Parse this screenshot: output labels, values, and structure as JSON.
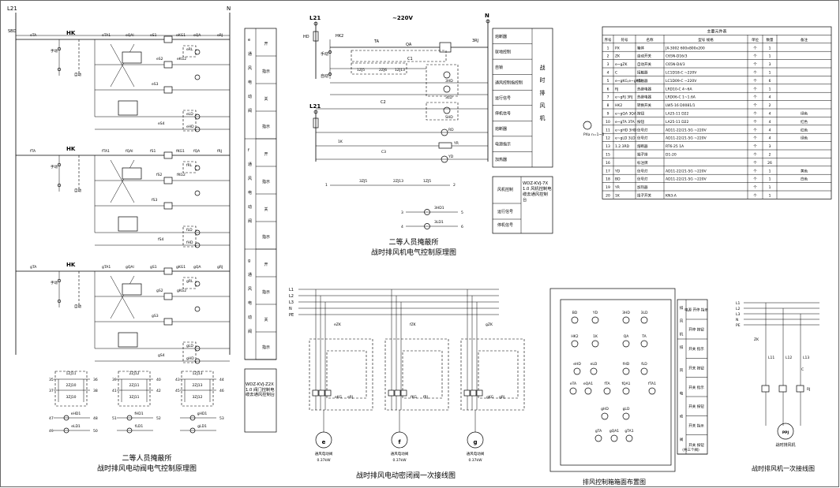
{
  "left_diagram": {
    "top_labels": {
      "l": "L21",
      "n": "N",
      "sbd": "SBD",
      "eta": "eTA",
      "hk": "HK"
    },
    "mode_labels": {
      "manual": "手动",
      "auto": "自动"
    },
    "groups": [
      {
        "hk": "HK",
        "ta": "eTA",
        "qa": "eQAl",
        "sa": "eTA1",
        "s1": "eS1",
        "s2": "eS2",
        "s3": "eS3",
        "s4": "eS4",
        "kg1": "eKG1",
        "kg2": "eKG2",
        "qa2": "eQA",
        "rj": "eRJ",
        "rl": "eRL",
        "ld": "eLD",
        "hd": "eHD",
        "zj": [
          "2ZJ11",
          "2ZJ10"
        ],
        "side": {
          "prefix": "e",
          "chars": [
            "e",
            "通",
            "风",
            "电",
            "动",
            "阀"
          ],
          "entries": [
            "开",
            "指示",
            "关",
            "指示"
          ]
        }
      },
      {
        "hk": "HK",
        "ta": "fTA",
        "qa": "fQAl",
        "sa": "fTA1",
        "s1": "fS1",
        "s2": "fS2",
        "s3": "fS3",
        "s4": "fS4",
        "kg1": "fKG1",
        "kg2": "fKG2",
        "qa2": "fQA",
        "rj": "fRJ",
        "rl": "fRL",
        "ld": "fLD",
        "hd": "fHD",
        "zj": [
          "1ZJ12",
          "2ZJ11"
        ],
        "side": {
          "prefix": "f",
          "chars": [
            "f",
            "通",
            "风",
            "电",
            "动",
            "阀"
          ],
          "entries": [
            "开",
            "指示",
            "关",
            "指示"
          ]
        }
      },
      {
        "hk": "HK",
        "ta": "gTA",
        "qa": "gQAl",
        "sa": "gTA1",
        "s1": "gS1",
        "s2": "gS2",
        "s3": "gS3",
        "s4": "gS4",
        "kg1": "gKG1",
        "kg2": "gKG2",
        "qa2": "gQA",
        "rj": "gRJ",
        "rl": "gRL",
        "ld": "gLD",
        "hd": "gHD",
        "zj": [
          "3ZJ13",
          "3ZJ12"
        ],
        "side": {
          "prefix": "g",
          "chars": [
            "g",
            "通",
            "风",
            "电",
            "动",
            "阀"
          ],
          "entries": [
            "开",
            "指示",
            "关",
            "指示"
          ]
        }
      }
    ],
    "relays_row1": [
      {
        "a": "35",
        "b": "36",
        "name": "1ZJ11",
        "c": "37",
        "d": "38",
        "name2": "2ZJ10",
        "name3": "3ZJ10"
      },
      {
        "a": "39",
        "b": "40",
        "name": "2ZJ12",
        "c": "41",
        "d": "42",
        "name2": "2ZJ11",
        "name3": "3ZJ11"
      },
      {
        "a": "43",
        "b": "44",
        "name": "1ZJ13",
        "c": "45",
        "d": "46",
        "name2": "2ZJ13",
        "name3": "3ZJ12"
      }
    ],
    "relays_row2": [
      {
        "a": "47",
        "b": "48",
        "name": "eHD1",
        "c": "49",
        "d": "50",
        "name2": "eLD1"
      },
      {
        "a": "51",
        "b": "52",
        "name": "fHD1",
        "c": "",
        "d": "",
        "name2": "fLD1"
      },
      {
        "a": "",
        "b": "53",
        "name": "gHD1",
        "c": "",
        "d": "",
        "name2": "gLD1"
      }
    ],
    "note_box": "WDZ-KVJ-Z2X1.0 阀门控制电缆去通风控制台",
    "title1": "二等人员掩蔽所",
    "title2": "战时排风电动阀电气控制原理图"
  },
  "top_diagram": {
    "l21": "L21",
    "voltage": "~220V",
    "n": "N",
    "hd": "HD",
    "hk2": "HK2",
    "manual": "手动",
    "auto": "自动",
    "ta": "TA",
    "qa": "QA",
    "c": "C",
    "c1": "C1",
    "rj": "3RJ",
    "zj": [
      "1ZJ5",
      "2ZJ6",
      "1ZJ13"
    ],
    "l21b": "L21",
    "c2": "C2",
    "hd_lamps": [
      "3HD",
      "3LD",
      "SHD",
      "SLD"
    ],
    "k": "1K",
    "c3": "C3",
    "rd": "RD",
    "yr": "YR",
    "yd": "YD",
    "sec_row": {
      "left": "1",
      "mid1": "3ZJ5",
      "mid2": "2ZJ13",
      "mid3": "1ZJ5",
      "right": "2"
    },
    "row3": {
      "a": "3",
      "lamp": "3HD1",
      "b": "5"
    },
    "row4": {
      "a": "4",
      "lamp": "3LD1",
      "b": "6"
    },
    "right_labels": [
      "熔断器",
      "就地控制",
      "自锁",
      "通风控制指控制",
      "运行信号",
      "停机信号",
      "熔断器",
      "电源指示",
      "加热器"
    ],
    "big_label": [
      "战",
      "时",
      "排",
      "风",
      "机"
    ],
    "box2": {
      "labels": [
        "风机控制",
        "运行信号",
        "停机信号"
      ],
      "note": "WDZ-KVJ-7X1.0 风机控制电缆去通风控制台"
    },
    "title1": "二等人员掩蔽所",
    "title2": "战时排风机电气控制原理图"
  },
  "table": {
    "title": "主要元件表",
    "headers": [
      "序号",
      "符号",
      "名称",
      "型号 规格",
      "单位",
      "数量",
      "备注"
    ],
    "rows": [
      [
        "1",
        "PX",
        "箱体",
        "JX-3002 600x800x200",
        "个",
        "1",
        ""
      ],
      [
        "2",
        "ZK",
        "自动开关",
        "C65N-D16/3",
        "个",
        "1",
        ""
      ],
      [
        "3",
        "e~gZK",
        "自动开关",
        "C65N-D4/3",
        "个",
        "3",
        ""
      ],
      [
        "4",
        "C",
        "接触器",
        "LC1D18-C ~220V",
        "个",
        "1",
        ""
      ],
      [
        "5",
        "e~gKG,e~gKG",
        "接触器",
        "LC1D09-C ~220V",
        "个",
        "6",
        ""
      ],
      [
        "6",
        "RJ",
        "热继电器",
        "LRD10-C 4~6A",
        "个",
        "1",
        ""
      ],
      [
        "7",
        "e~gRJ 3RJ",
        "热继电器",
        "LRD06-C 1~1.6A",
        "个",
        "4",
        ""
      ],
      [
        "8",
        "HK2",
        "转换开关",
        "LW5-16 D0081/1",
        "个",
        "2",
        ""
      ],
      [
        "9",
        "e~gQA 3QA",
        "按钮",
        "LA25-11 D22",
        "个",
        "4",
        "绿色"
      ],
      [
        "10",
        "e~gTA 3TA",
        "按钮",
        "LA25-11 D22",
        "个",
        "4",
        "红色"
      ],
      [
        "11",
        "e~gHD 3HD",
        "信号灯",
        "AD11-22/21-5G ~220V",
        "个",
        "4",
        "红色"
      ],
      [
        "12",
        "e~gLD 3LD",
        "信号灯",
        "AD11-22/21-5G ~220V",
        "个",
        "4",
        "绿色"
      ],
      [
        "13",
        "1.2.3RD",
        "熔断器",
        "RT6-25 1A",
        "个",
        "3",
        ""
      ],
      [
        "15",
        "",
        "端子排",
        "D1-20",
        "个",
        "2",
        ""
      ],
      [
        "16",
        "",
        "标注牌",
        "",
        "个",
        "26",
        ""
      ],
      [
        "17",
        "YD",
        "信号灯",
        "AD11-22/21-5G ~220V",
        "个",
        "1",
        "黄色"
      ],
      [
        "18",
        "BD",
        "信号灯",
        "AD11-22/21-5G ~220V",
        "个",
        "1",
        "白色"
      ],
      [
        "19",
        "YR",
        "加热器",
        "",
        "个",
        "1",
        ""
      ],
      [
        "20",
        "1K",
        "扭子开关",
        "KN3-A",
        "个",
        "1",
        ""
      ]
    ],
    "px_label": "PXa n=1~4"
  },
  "wiring": {
    "lines": [
      "L1",
      "L2",
      "L3",
      "N",
      "PE"
    ],
    "units": [
      {
        "zk": "eZK",
        "kg": "eKG",
        "rj": "eRJ",
        "letter": "e",
        "name": "通风电动阀",
        "power": "0.37kW"
      },
      {
        "zk": "fZK",
        "kg": "fKG",
        "rj": "fRJ",
        "letter": "f",
        "name": "通风电动阀",
        "power": "0.37kW"
      },
      {
        "zk": "gZK",
        "kg": "gKG",
        "rj": "gRJ",
        "letter": "g",
        "name": "通风电动阀",
        "power": "0.37kW"
      }
    ],
    "title": "战时排风电动密闭阀一次接线图"
  },
  "panel": {
    "row1": [
      "BD",
      "YD",
      "3HD",
      "3LD"
    ],
    "row2": [
      "HK2",
      "1K",
      "QA",
      "TA"
    ],
    "row3": [
      "eHD",
      "eLD",
      "fHD",
      "fLD"
    ],
    "row4": [
      "eTA",
      "eQA1",
      "fTA",
      "fQA1",
      "fTA1"
    ],
    "row5": [
      "gHD",
      "gLD"
    ],
    "row6": [
      "gTA",
      "gQA1",
      "gTA1"
    ],
    "side_groups": [
      {
        "label": [
          "排",
          "风",
          "机"
        ],
        "items": [
          "电源 开停 指示",
          "开停 按钮"
        ]
      },
      {
        "label": [
          "排",
          "风",
          "电",
          "动",
          "阀"
        ],
        "items": [
          "开关 指示",
          "开关 按钮",
          "开关 指示",
          "开关 按钮",
          "开关 指示",
          "开关 按钮"
        ]
      }
    ],
    "footer_note": "(共三个阀)",
    "title": "排风控制箱箱面布置图"
  },
  "fan": {
    "lines": [
      "L1",
      "L2",
      "L3",
      "N",
      "PE"
    ],
    "zk": "ZK",
    "fuses": [
      "L11",
      "L12",
      "L13"
    ],
    "c": "C",
    "rj": "RJ",
    "motor": "PPJ",
    "caption": "战时排风机",
    "title": "战时排风机一次接线图"
  }
}
